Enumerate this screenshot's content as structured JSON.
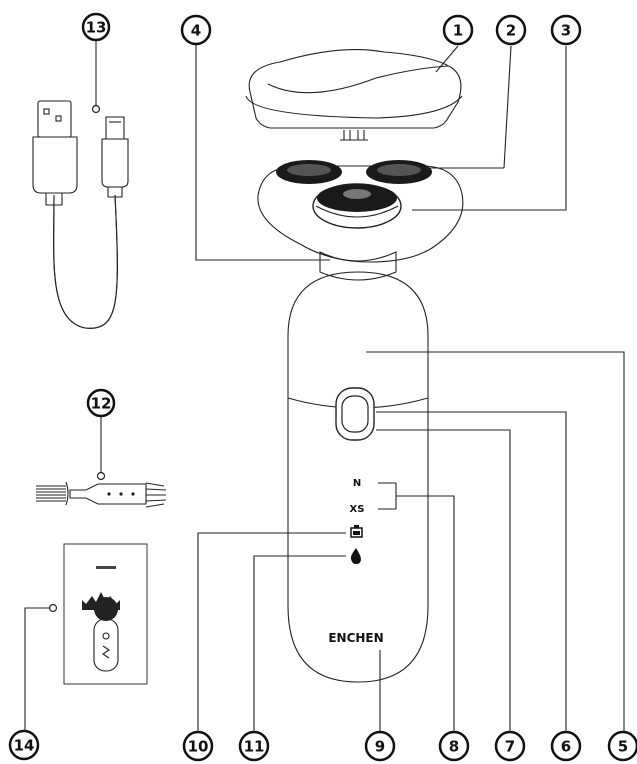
{
  "callouts": {
    "c1": "1",
    "c2": "2",
    "c3": "3",
    "c4": "4",
    "c5": "5",
    "c6": "6",
    "c7": "7",
    "c8": "8",
    "c9": "9",
    "c10": "10",
    "c11": "11",
    "c12": "12",
    "c13": "13",
    "c14": "14"
  },
  "body_labels": {
    "mode_normal": "N",
    "mode_extra_sensitive": "XS",
    "brand": "ENCHEN"
  },
  "icons": [
    "battery-icon",
    "water-drop-icon"
  ],
  "colors": {
    "line": "#222222",
    "background": "#ffffff"
  }
}
